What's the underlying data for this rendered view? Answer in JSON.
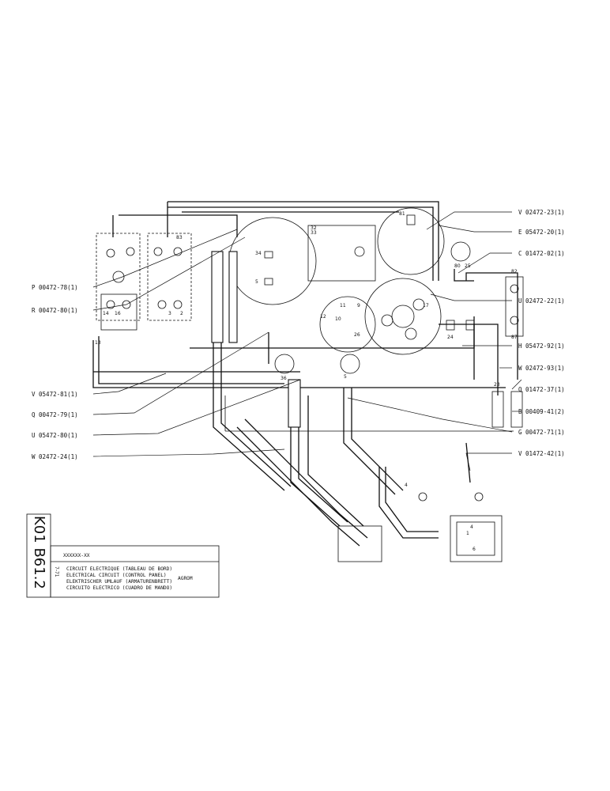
{
  "part_labels": {
    "v_02472_23": "V 02472-23(1)",
    "e_05472_20": "E 05472-20(1)",
    "c_01472_02": "C 01472-02(1)",
    "u_02472_22": "U 02472-22(1)",
    "h_05472_92": "H 05472-92(1)",
    "w_02472_93": "W 02472-93(1)",
    "q_01472_37": "Q 01472-37(1)",
    "b_00409_41": "B 00409-41(2)",
    "g_00472_71": "G 00472-71(1)",
    "v_01472_42": "V 01472-42(1)",
    "p_00472_78": "P 00472-78(1)",
    "r_00472_80": "R 00472-80(1)",
    "v_05472_81": "V 05472-81(1)",
    "q_00472_79": "Q 00472-79(1)",
    "u_05472_80": "U 05472-80(1)",
    "w_02472_24": "W 02472-24(1)"
  },
  "terminals": {
    "t81": "81",
    "t32": "32",
    "t33": "33",
    "t34": "34",
    "t5": "5",
    "t80": "80",
    "t25": "25",
    "t82": "82",
    "t87": "87",
    "t23": "23",
    "t17": "17",
    "t9": "9",
    "t10": "10",
    "t11": "11",
    "t12": "12",
    "t24": "24",
    "t26": "26",
    "t36": "36",
    "t13": "13",
    "t14": "14",
    "t16": "16",
    "t4": "4",
    "t3": "3",
    "t2": "2",
    "t6": "6",
    "t1": "1",
    "t83": "83",
    "t4b": "4",
    "t5b": "5"
  },
  "title_block": {
    "code_vertical_1": "K01",
    "code_vertical_2": "B61.2",
    "date": "7-71",
    "stamp": "XXXXXX-XX",
    "line1": "CIRCUIT ELECTRIQUE (TABLEAU DE BORD)",
    "line2": "ELECTRICAL CIRCUIT (CONTROL PANEL)",
    "line3": "ELEKTRISCHER UMLAUF (ARMATURENBRETT)",
    "line4": "CIRCUITO ELECTRICO (CUADRO DE MANDO)",
    "maker": "AGROM"
  }
}
